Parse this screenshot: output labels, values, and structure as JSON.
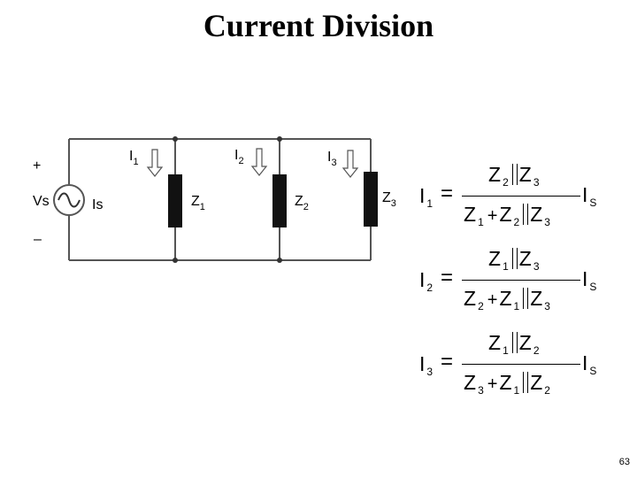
{
  "title": "Current Division",
  "page_number": "63",
  "circuit": {
    "source_label": "Vs",
    "source_current_label": "Is",
    "plus_sign": "+",
    "minus_sign": "–",
    "branches": [
      {
        "current": "I",
        "current_sub": "1",
        "impedance": "Z",
        "impedance_sub": "1"
      },
      {
        "current": "I",
        "current_sub": "2",
        "impedance": "Z",
        "impedance_sub": "2"
      },
      {
        "current": "I",
        "current_sub": "3",
        "impedance": "Z",
        "impedance_sub": "3"
      }
    ]
  },
  "equations": [
    {
      "lhs": "I",
      "lhs_sub": "1",
      "equals": "=",
      "num": [
        {
          "s": "Z",
          "sub": "2"
        },
        {
          "par": true
        },
        {
          "s": "Z",
          "sub": "3"
        }
      ],
      "den": [
        {
          "s": "Z",
          "sub": "1"
        },
        {
          "op": "+"
        },
        {
          "s": "Z",
          "sub": "2"
        },
        {
          "par": true
        },
        {
          "s": "Z",
          "sub": "3"
        }
      ],
      "rhs": "I",
      "rhs_sub": "S"
    },
    {
      "lhs": "I",
      "lhs_sub": "2",
      "equals": "=",
      "num": [
        {
          "s": "Z",
          "sub": "1"
        },
        {
          "par": true
        },
        {
          "s": "Z",
          "sub": "3"
        }
      ],
      "den": [
        {
          "s": "Z",
          "sub": "2"
        },
        {
          "op": "+"
        },
        {
          "s": "Z",
          "sub": "1"
        },
        {
          "par": true
        },
        {
          "s": "Z",
          "sub": "3"
        }
      ],
      "rhs": "I",
      "rhs_sub": "S"
    },
    {
      "lhs": "I",
      "lhs_sub": "3",
      "equals": "=",
      "num": [
        {
          "s": "Z",
          "sub": "1"
        },
        {
          "par": true
        },
        {
          "s": "Z",
          "sub": "2"
        }
      ],
      "den": [
        {
          "s": "Z",
          "sub": "3"
        },
        {
          "op": "+"
        },
        {
          "s": "Z",
          "sub": "1"
        },
        {
          "par": true
        },
        {
          "s": "Z",
          "sub": "2"
        }
      ],
      "rhs": "I",
      "rhs_sub": "S"
    }
  ]
}
